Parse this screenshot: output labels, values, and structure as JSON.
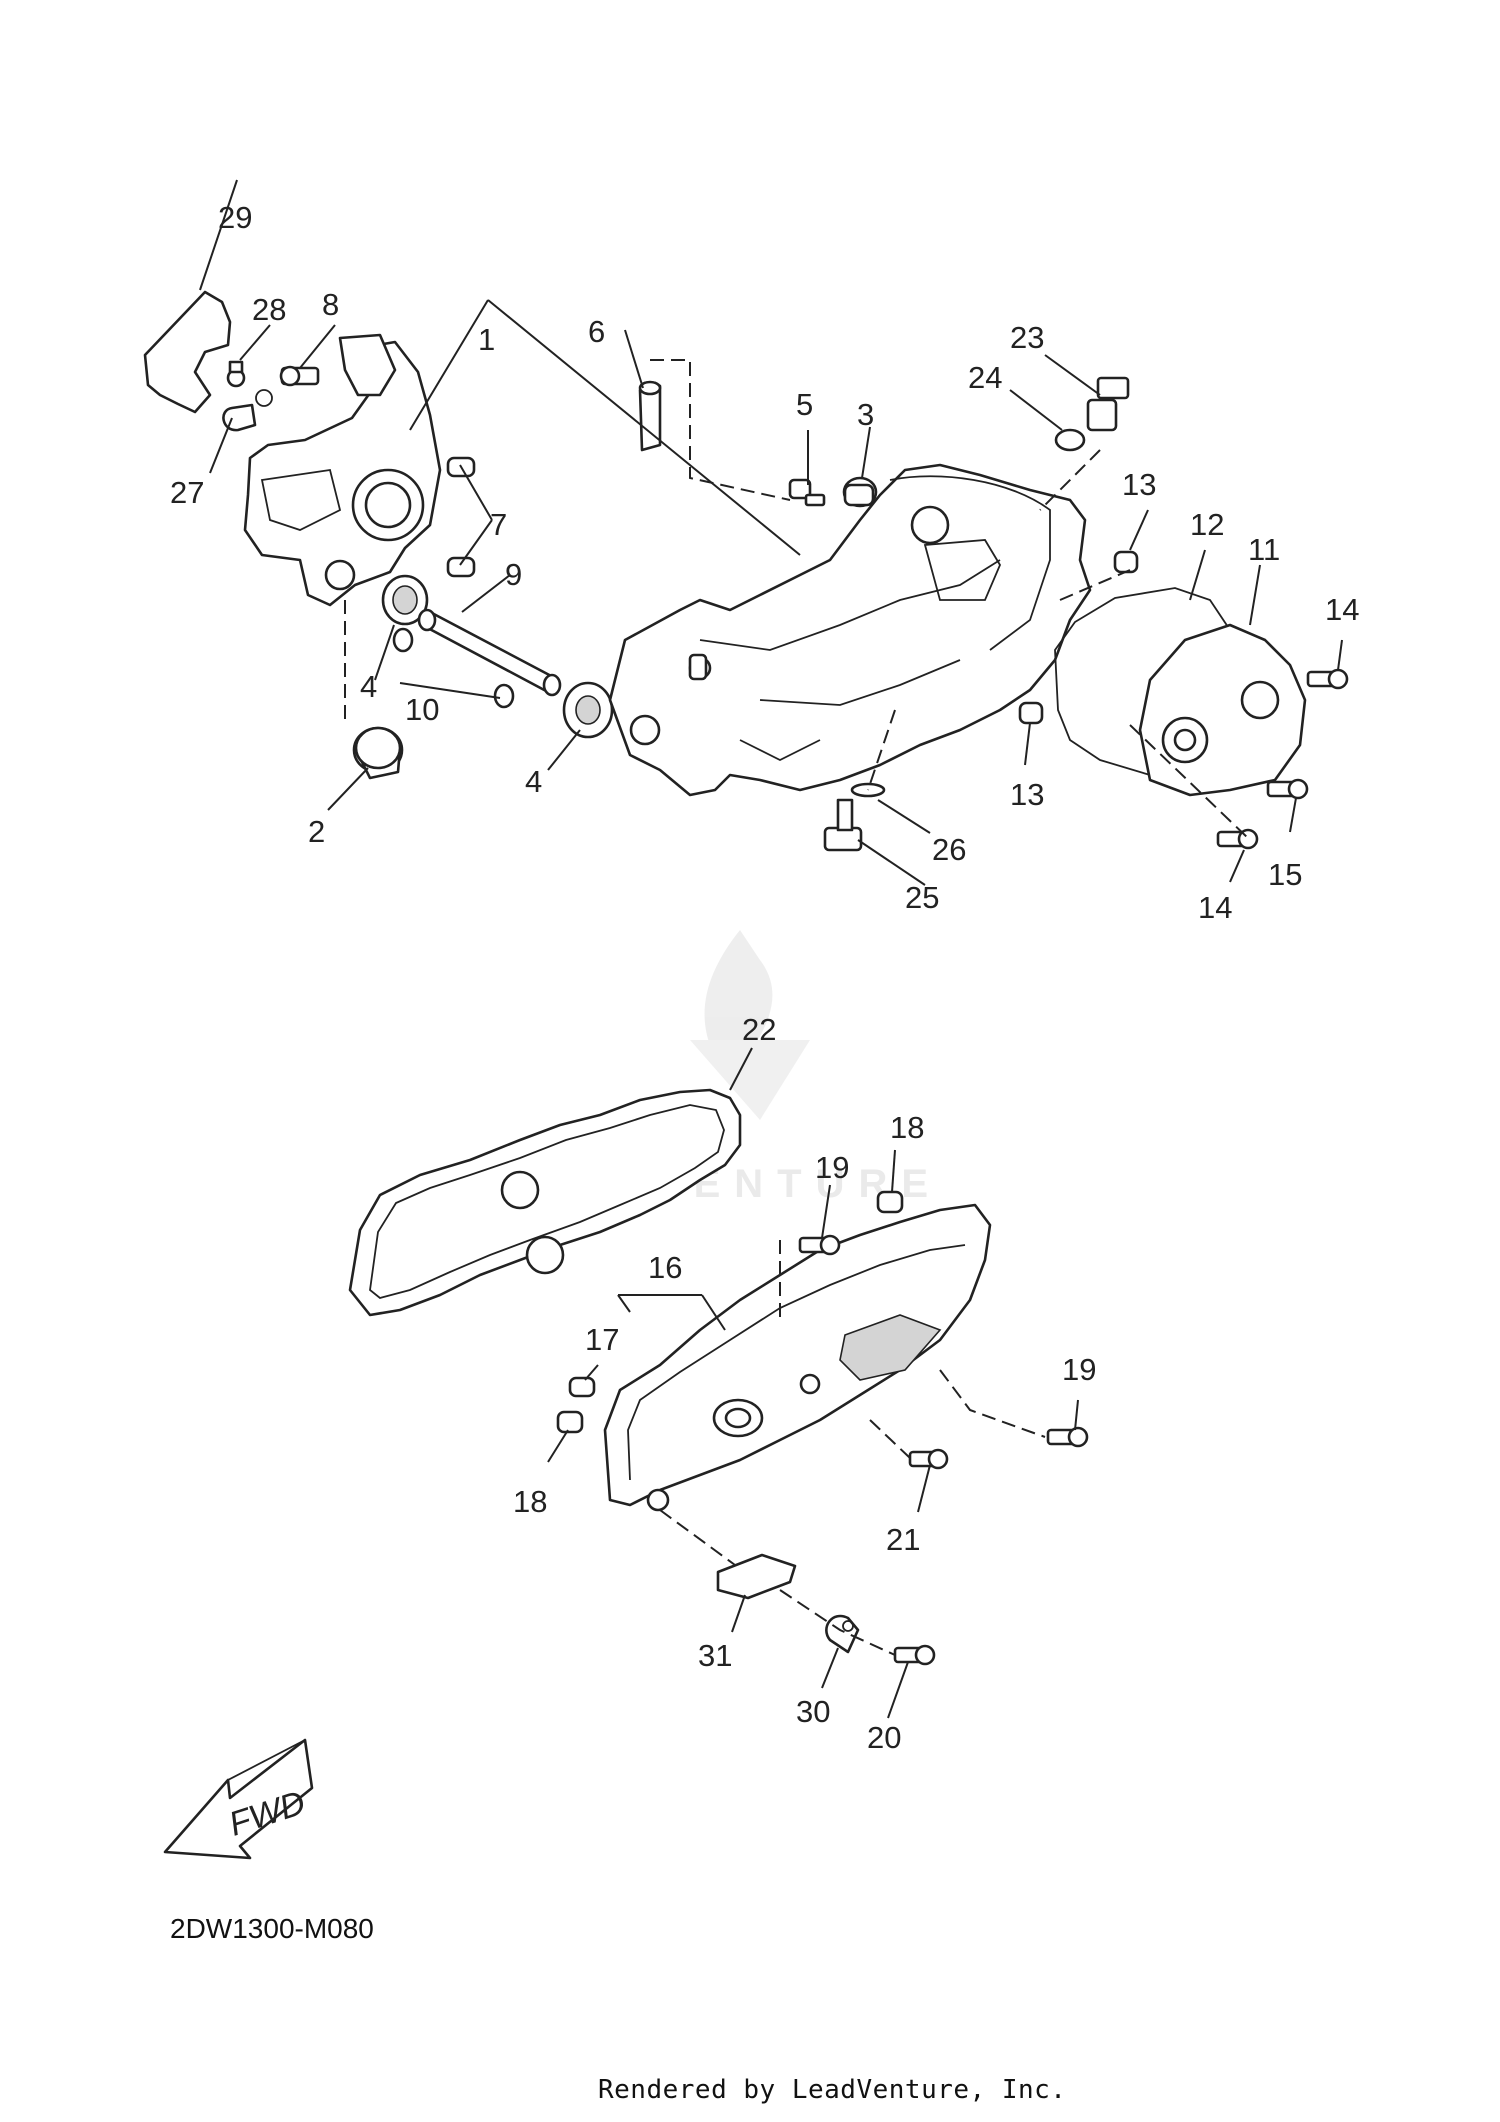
{
  "diagram": {
    "diagram_code": "2DW1300-M080",
    "rendered_by": "Rendered by LeadVenture, Inc.",
    "watermark": "LEADVENTURE",
    "fwd_label": "FWD",
    "callouts": {
      "c1": "1",
      "c2": "2",
      "c3": "3",
      "c4a": "4",
      "c4b": "4",
      "c5": "5",
      "c6": "6",
      "c7": "7",
      "c8": "8",
      "c9": "9",
      "c10": "10",
      "c11": "11",
      "c12": "12",
      "c13a": "13",
      "c13b": "13",
      "c14a": "14",
      "c14b": "14",
      "c15": "15",
      "c16": "16",
      "c17": "17",
      "c18a": "18",
      "c18b": "18",
      "c19a": "19",
      "c19b": "19",
      "c20": "20",
      "c21": "21",
      "c22": "22",
      "c23": "23",
      "c24": "24",
      "c25": "25",
      "c26": "26",
      "c27": "27",
      "c28": "28",
      "c29": "29",
      "c30": "30",
      "c31": "31"
    }
  }
}
